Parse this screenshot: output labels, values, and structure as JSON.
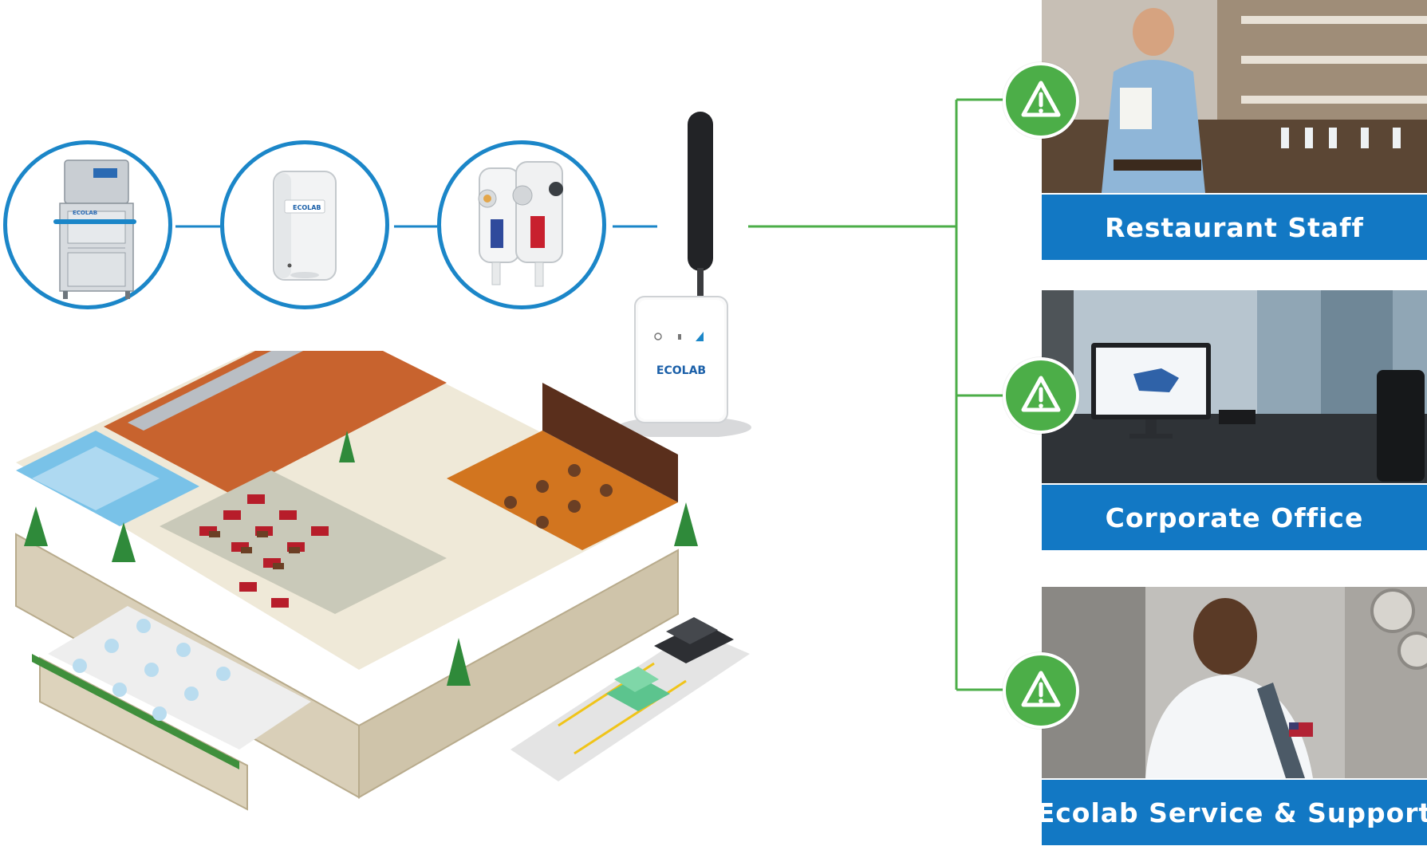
{
  "devices": [
    {
      "name": "dishmachine",
      "icon": "dishmachine-icon",
      "brand_label": "ECOLAB"
    },
    {
      "name": "soap-dispenser",
      "icon": "soap-dispenser-icon",
      "brand_label": "ECOLAB"
    },
    {
      "name": "chemical-dispensers",
      "icon": "chemical-dispenser-icon"
    }
  ],
  "gateway": {
    "icon": "cellular-gateway-icon",
    "brand_label": "ECOLAB"
  },
  "restaurant": {
    "icon": "restaurant-floorplan-icon"
  },
  "recipients": [
    {
      "label": "Restaurant Staff",
      "photo": "restaurant-staff-photo",
      "alert_icon": "warning-icon"
    },
    {
      "label": "Corporate Office",
      "photo": "corporate-office-photo",
      "alert_icon": "warning-icon"
    },
    {
      "label": "Ecolab Service & Support",
      "photo": "service-technician-photo",
      "alert_icon": "warning-icon"
    }
  ],
  "colors": {
    "device_link": "#1b86c8",
    "alert_link": "#4cae48",
    "banner": "#1278c4",
    "alert_badge": "#4cae48"
  }
}
